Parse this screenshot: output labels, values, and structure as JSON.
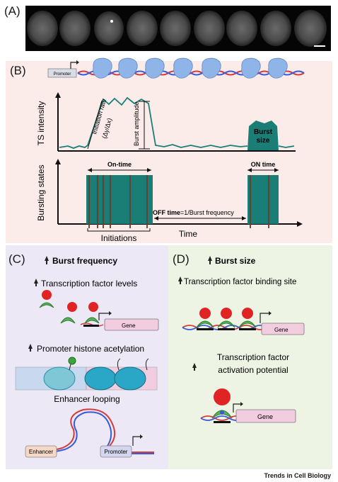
{
  "panel_a": {
    "label": "(A)"
  },
  "panel_b": {
    "label": "(B)",
    "promoter": "Promoter",
    "ts_axis": "TS intensity",
    "initiation_rate": "Initiation rate",
    "initiation_rate_formula": "(Δy/Δx)",
    "burst_amplitude": "Burst amplitude",
    "burst": "Burst",
    "size": "size",
    "states_axis": "Bursting states",
    "on_time": "On-time",
    "on_time_2": "ON time",
    "off_time_bold": "OFF time",
    "off_time_rest": "=1/Burst frequency",
    "initiations": "Initiations",
    "time": "Time"
  },
  "panel_c": {
    "label": "(C)",
    "title": "Burst frequency",
    "item1": "Transcription factor levels",
    "gene": "Gene",
    "item2": "Promoter histone acetylation",
    "item3": "Enhancer looping",
    "enhancer": "Enhancer",
    "promoter": "Promoter"
  },
  "panel_d": {
    "label": "(D)",
    "title": "Burst size",
    "item1": "Transcription factor binding site",
    "gene": "Gene",
    "item2_line1": "Transcription factor",
    "item2_line2": "activation potential",
    "gene2": "Gene"
  },
  "footer": "Trends in Cell Biology",
  "colors": {
    "teal": "#1a7d76",
    "pink_bg": "#fbecea",
    "purple_bg": "#ece8f6",
    "green_bg": "#eef4e4",
    "red": "#e02424",
    "green_protein": "#5ab45a"
  }
}
